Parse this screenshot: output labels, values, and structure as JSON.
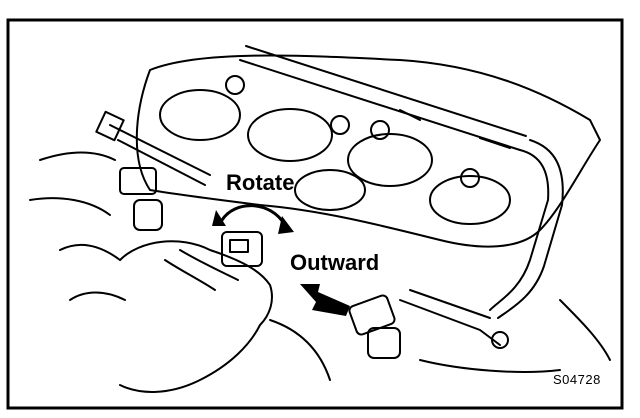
{
  "labels": {
    "rotate": "Rotate",
    "outward": "Outward",
    "figure_code": "S04728"
  },
  "colors": {
    "ink": "#000000",
    "paper": "#ffffff"
  },
  "icons": [
    "rotate-arrow-icon",
    "outward-arrow-icon"
  ]
}
